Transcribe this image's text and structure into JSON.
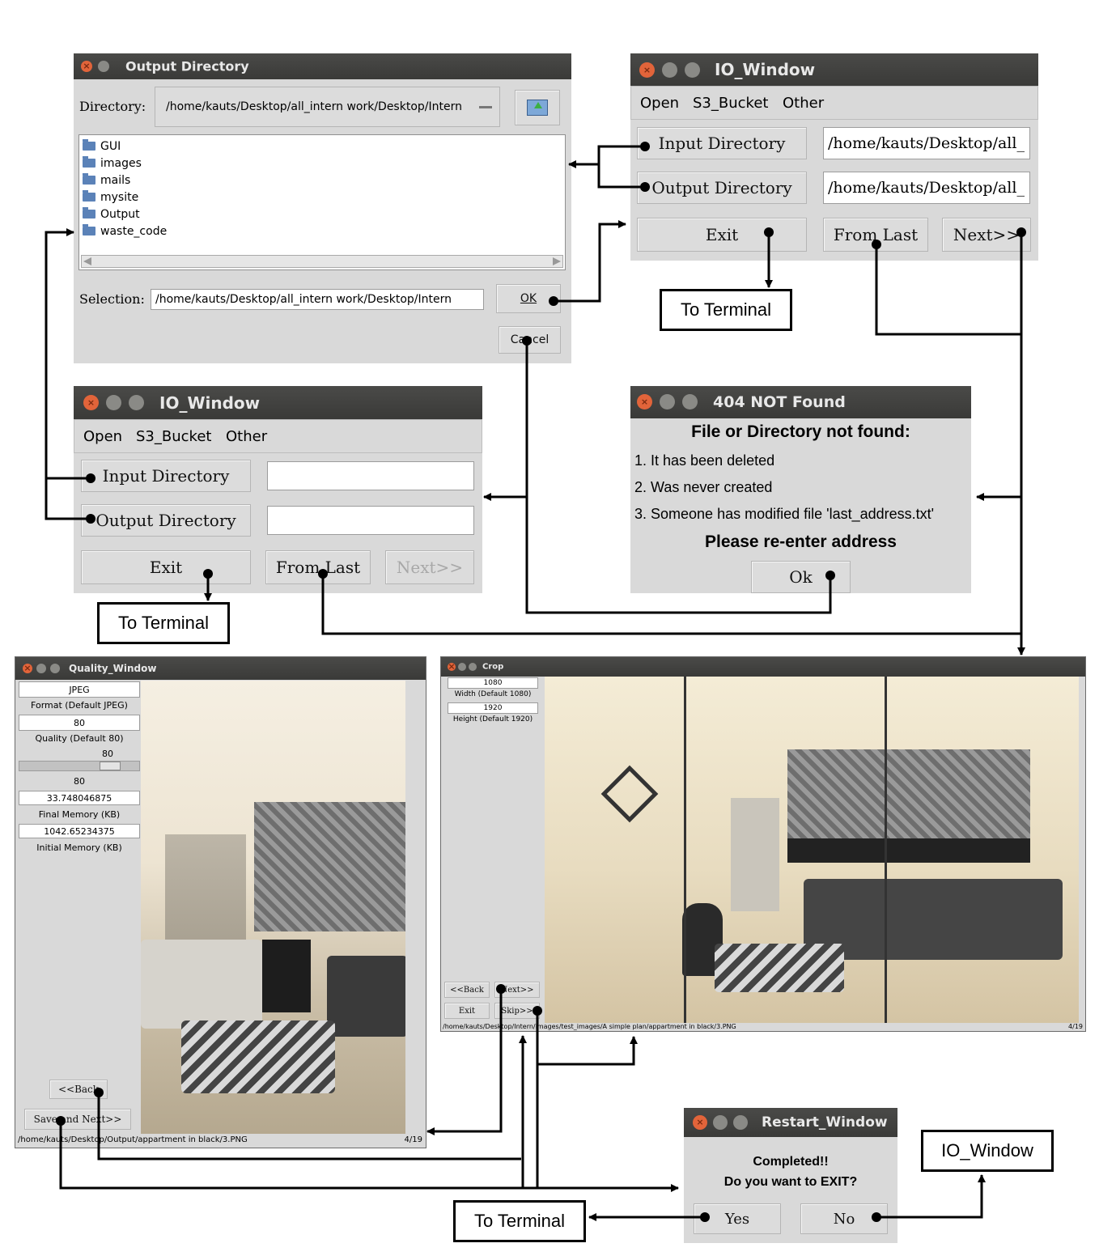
{
  "output_dir_dialog": {
    "title": "Output Directory",
    "directory_label": "Directory:",
    "directory_value": "/home/kauts/Desktop/all_intern work/Desktop/Intern",
    "folders": [
      "GUI",
      "images",
      "mails",
      "mysite",
      "Output",
      "waste_code"
    ],
    "selection_label": "Selection:",
    "selection_value": "/home/kauts/Desktop/all_intern work/Desktop/Intern",
    "ok_label": "OK",
    "cancel_label": "Cancel"
  },
  "io_window_filled": {
    "title": "IO_Window",
    "menu": [
      "Open",
      "S3_Bucket",
      "Other"
    ],
    "input_dir_label": "Input Directory",
    "output_dir_label": "Output Directory",
    "input_dir_value": "/home/kauts/Desktop/all_",
    "output_dir_value": "/home/kauts/Desktop/all_",
    "exit_label": "Exit",
    "from_last_label": "From Last",
    "next_label": "Next>>"
  },
  "io_window_empty": {
    "title": "IO_Window",
    "menu": [
      "Open",
      "S3_Bucket",
      "Other"
    ],
    "input_dir_label": "Input Directory",
    "output_dir_label": "Output Directory",
    "exit_label": "Exit",
    "from_last_label": "From Last",
    "next_label": "Next>>"
  },
  "not_found_dialog": {
    "title": "404 NOT Found",
    "heading": "File or Directory not found:",
    "reasons": [
      "1. It has been deleted",
      "2. Was never created",
      "3. Someone has modified file 'last_address.txt'"
    ],
    "prompt": "Please re-enter address",
    "ok_label": "Ok"
  },
  "quality_window": {
    "title": "Quality_Window",
    "format_value": "JPEG",
    "format_label": "Format (Default JPEG)",
    "quality_value": "80",
    "quality_label": "Quality (Default 80)",
    "slider_value": 80,
    "slider_value_text": "80",
    "quality_readout": "80",
    "final_memory_value": "33.748046875",
    "final_memory_label": "Final Memory (KB)",
    "initial_memory_value": "1042.65234375",
    "initial_memory_label": "Initial Memory (KB)",
    "back_label": "<<Back",
    "save_next_label": "Save and Next>>",
    "path": "/home/kauts/Desktop/Output/appartment in black/3.PNG",
    "counter": "4/19"
  },
  "crop_window": {
    "title": "Crop",
    "width_value": "1080",
    "width_label": "Width (Default 1080)",
    "height_value": "1920",
    "height_label": "Height (Default 1920)",
    "back_label": "<<Back",
    "next_label": "Next>>",
    "exit_label": "Exit",
    "skip_label": "Skip>>",
    "path": "/home/kauts/Desktop/Intern/images/test_images/A simple plan/appartment in black/3.PNG",
    "counter": "4/19"
  },
  "restart_window": {
    "title": "Restart_Window",
    "line1": "Completed!!",
    "line2": "Do you want to EXIT?",
    "yes_label": "Yes",
    "no_label": "No"
  },
  "labels": {
    "to_terminal_1": "To Terminal",
    "to_terminal_2": "To Terminal",
    "to_terminal_3": "To Terminal",
    "io_window_box": "IO_Window"
  },
  "colors": {
    "titlebar": "#3d3d3b",
    "window_bg": "#d9d9d9",
    "close_button": "#e2643a",
    "connector": "#000000"
  }
}
